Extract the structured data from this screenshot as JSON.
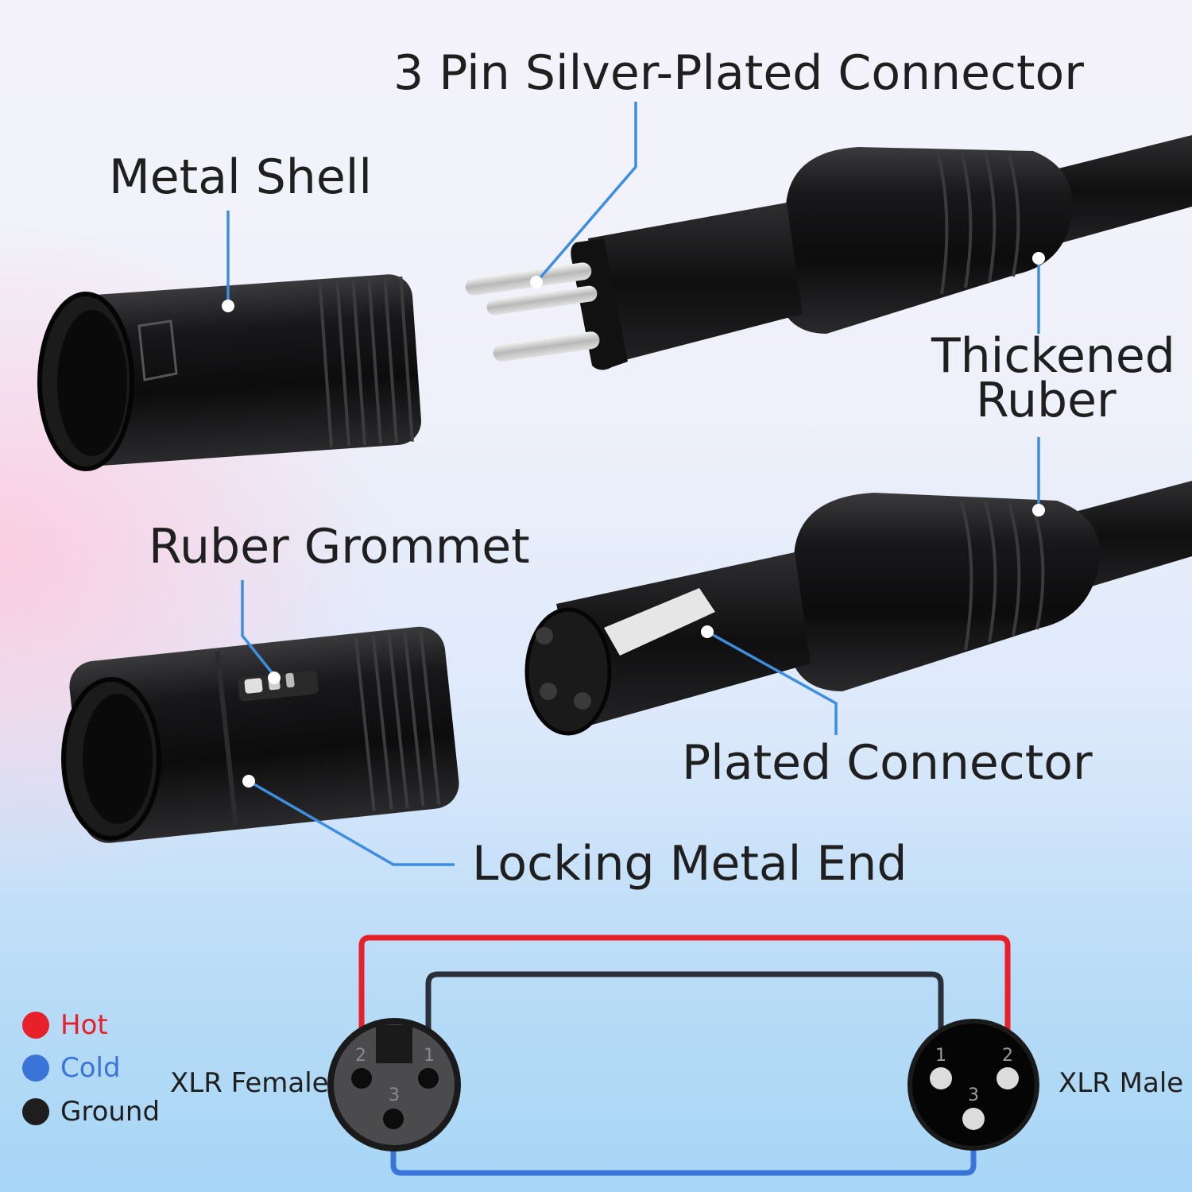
{
  "labels": {
    "pin_connector": "3 Pin Silver-Plated Connector",
    "metal_shell": "Metal Shell",
    "thickened_ruber_1": "Thickened",
    "thickened_ruber_2": "Ruber",
    "ruber_grommet": "Ruber Grommet",
    "plated_connector": "Plated Connector",
    "locking_metal_end": "Locking Metal End"
  },
  "wiring": {
    "female_label": "XLR Female",
    "male_label": "XLR Male",
    "female_pins": [
      "2",
      "1",
      "3"
    ],
    "male_pins": [
      "1",
      "2",
      "3"
    ]
  },
  "legend": [
    {
      "label": "Hot",
      "color": "#e8202a"
    },
    {
      "label": "Cold",
      "color": "#3a74d8"
    },
    {
      "label": "Ground",
      "color": "#1e1e1e"
    }
  ],
  "colors": {
    "leader": "#3d8ee0",
    "hot_wire": "#e8202a",
    "cold_wire": "#3a74d8",
    "ground_wire": "#2a2f38"
  }
}
